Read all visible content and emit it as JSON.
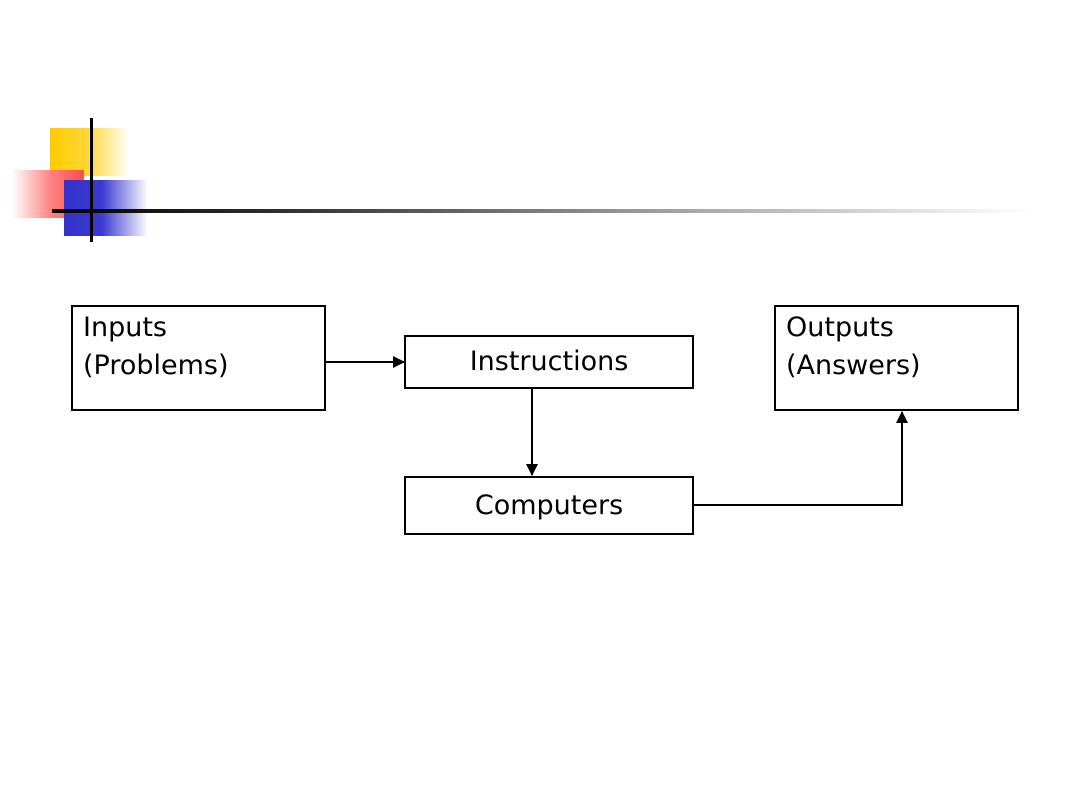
{
  "diagram": {
    "type": "flowchart",
    "nodes": [
      {
        "id": "inputs",
        "lines": [
          "Inputs",
          "(Problems)"
        ]
      },
      {
        "id": "instructions",
        "lines": [
          "Instructions"
        ]
      },
      {
        "id": "computers",
        "lines": [
          "Computers"
        ]
      },
      {
        "id": "outputs",
        "lines": [
          "Outputs",
          "(Answers)"
        ]
      }
    ],
    "edges": [
      {
        "from": "inputs",
        "to": "instructions"
      },
      {
        "from": "instructions",
        "to": "computers"
      },
      {
        "from": "computers",
        "to": "outputs"
      }
    ]
  },
  "colors": {
    "ornament_yellow": "#ffcc00",
    "ornament_red": "#ff4d4d",
    "ornament_blue": "#3333cc",
    "line": "#000000"
  }
}
